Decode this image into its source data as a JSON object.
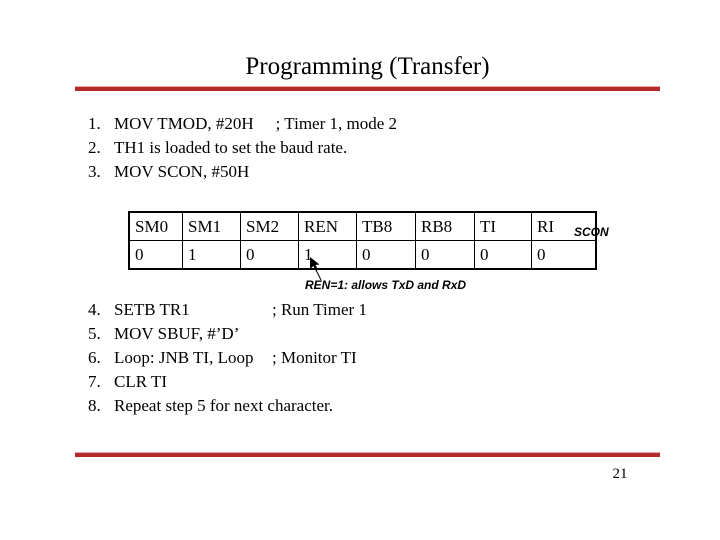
{
  "slide": {
    "title": "Programming (Transfer)",
    "page_number": "21",
    "accent_color": "#b52b2b"
  },
  "instructions_upper": [
    {
      "num": "1.",
      "text": "MOV TMOD, #20H",
      "comment": "; Timer 1, mode 2"
    },
    {
      "num": "2.",
      "text": "TH1 is loaded to set the baud rate.",
      "comment": ""
    },
    {
      "num": "3.",
      "text": "MOV SCON, #50H",
      "comment": ""
    }
  ],
  "instructions_lower": [
    {
      "num": "4.",
      "text": "SETB TR1",
      "comment": "; Run Timer 1"
    },
    {
      "num": "5.",
      "text": "MOV SBUF, #’D’",
      "comment": ""
    },
    {
      "num": "6.",
      "text": "Loop: JNB TI, Loop",
      "comment": "; Monitor TI"
    },
    {
      "num": "7.",
      "text": "CLR TI",
      "comment": ""
    },
    {
      "num": "8.",
      "text": "Repeat step 5 for next character.",
      "comment": ""
    }
  ],
  "scon_register": {
    "label": "SCON",
    "bits": [
      {
        "name": "SM0",
        "value": "0"
      },
      {
        "name": "SM1",
        "value": "1"
      },
      {
        "name": "SM2",
        "value": "0"
      },
      {
        "name": "REN",
        "value": "1"
      },
      {
        "name": "TB8",
        "value": "0"
      },
      {
        "name": "RB8",
        "value": "0"
      },
      {
        "name": "TI",
        "value": "0"
      },
      {
        "name": "RI",
        "value": "0"
      }
    ],
    "annotation": "REN=1: allows TxD and RxD"
  }
}
